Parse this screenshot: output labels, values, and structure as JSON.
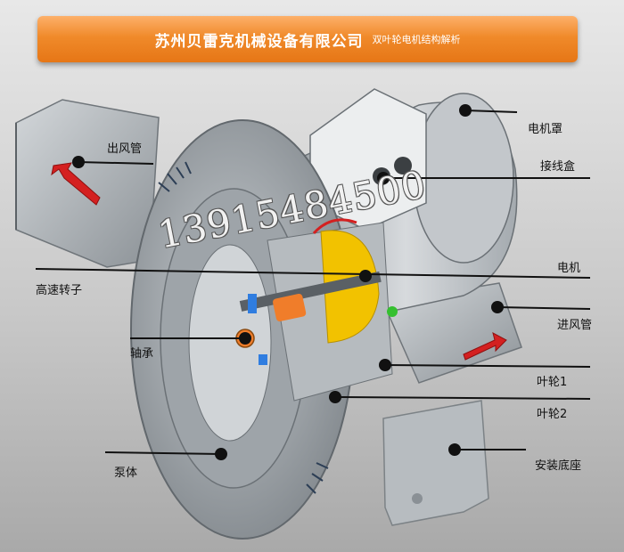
{
  "header": {
    "company": "苏州贝雷克机械设备有限公司",
    "subtitle": "双叶轮电机结构解析"
  },
  "watermark_phone": "13915484500",
  "labels": {
    "outlet": "出风管",
    "motor_cover": "电机罩",
    "junction_box": "接线盒",
    "motor": "电机",
    "rotor": "高速转子",
    "inlet": "进风管",
    "bearing": "轴承",
    "impeller1": "叶轮1",
    "impeller2": "叶轮2",
    "pump_body": "泵体",
    "base": "安装底座"
  },
  "colors": {
    "header_orange": "#f08a2a",
    "arrow_red": "#d42020",
    "body_gray": "#a8aeb3",
    "motor_yellow": "#f2c200"
  }
}
